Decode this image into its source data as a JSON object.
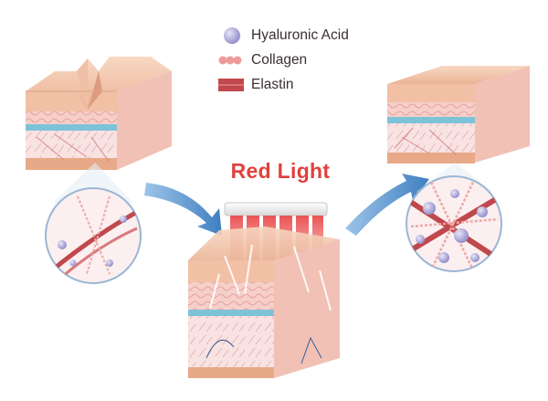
{
  "legend": {
    "items": [
      {
        "label": "Hyaluronic Acid",
        "icon": "hyaluronic-acid-sphere-icon",
        "color": "#a9a6d6"
      },
      {
        "label": "Collagen",
        "icon": "collagen-chain-icon",
        "color": "#ef9a9a"
      },
      {
        "label": "Elastin",
        "icon": "elastin-band-icon",
        "color": "#c0484c"
      }
    ]
  },
  "title": "Red Light",
  "colors": {
    "title": "#e0413d",
    "arrow": "#4f8fcc",
    "skin_top": "#f4c9b0",
    "dermis": "#f7d6d3",
    "light_beam": "#ec5f5f"
  }
}
